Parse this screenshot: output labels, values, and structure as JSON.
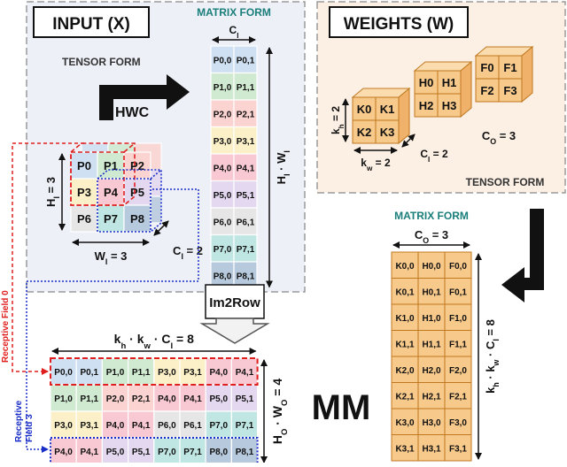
{
  "input_panel": {
    "title": "INPUT (X)",
    "tensor_form_label": "TENSOR FORM",
    "hwc_label": "HWC",
    "matrix_form_label": "MATRIX FORM",
    "ci_col_label": "C",
    "ci_col_sub": "I",
    "hi_wi_label": "H",
    "hi_wi_label_sub": "I",
    "hi_wi_dot": " · W",
    "hi_wi_dot_sub": "I",
    "h_label": "H",
    "h_sub": "I",
    "h_val": " = 3",
    "w_label": "W",
    "w_sub": "I",
    "w_val": " = 3",
    "c_label": "C",
    "c_sub": "I",
    "c_val": " = 2",
    "tensor_front_cells": [
      "P0",
      "P1",
      "P2",
      "P3",
      "P4",
      "P5",
      "P6",
      "P7",
      "P8"
    ],
    "matrix_rows": [
      [
        "P0,0",
        "P0,1"
      ],
      [
        "P1,0",
        "P1,1"
      ],
      [
        "P2,0",
        "P2,1"
      ],
      [
        "P3,0",
        "P3,1"
      ],
      [
        "P4,0",
        "P4,1"
      ],
      [
        "P5,0",
        "P5,1"
      ],
      [
        "P6,0",
        "P6,1"
      ],
      [
        "P7,0",
        "P7,1"
      ],
      [
        "P8,0",
        "P8,1"
      ]
    ],
    "row_colors": [
      "#cfe0f2",
      "#cfead0",
      "#fbd3d0",
      "#fbf0c8",
      "#f8c9d3",
      "#e4d8f0",
      "#e6e6e6",
      "#bfe6e3",
      "#b7c9dc"
    ]
  },
  "weights_panel": {
    "title": "WEIGHTS (W)",
    "tensor_form_label": "TENSOR FORM",
    "kernels": [
      {
        "name": "K",
        "cells": [
          "K0",
          "K1",
          "K2",
          "K3"
        ]
      },
      {
        "name": "H",
        "cells": [
          "H0",
          "H1",
          "H2",
          "H3"
        ]
      },
      {
        "name": "F",
        "cells": [
          "F0",
          "F1",
          "F2",
          "F3"
        ]
      }
    ],
    "kh_label": "k",
    "kh_sub": "h",
    "kh_val": " = 2",
    "kw_label": "k",
    "kw_sub": "w",
    "kw_val": " = 2",
    "ci_label": "C",
    "ci_sub": "I",
    "ci_val": " = 2",
    "co_label": "C",
    "co_sub": "O",
    "co_val": " = 3"
  },
  "weights_matrix": {
    "title": "MATRIX FORM",
    "co_label": "C",
    "co_sub": "O",
    "co_val": " = 3",
    "side_label": "k",
    "side_sub1": "h",
    "side_mid": " · k",
    "side_sub2": "w",
    "side_mid2": " · C",
    "side_sub3": "I",
    "side_val": " = 8",
    "rows": [
      [
        "K0,0",
        "H0,0",
        "F0,0"
      ],
      [
        "K0,1",
        "H0,1",
        "F0,1"
      ],
      [
        "K1,0",
        "H1,0",
        "F1,0"
      ],
      [
        "K1,1",
        "H1,1",
        "F1,1"
      ],
      [
        "K2,0",
        "H2,0",
        "F2,0"
      ],
      [
        "K2,1",
        "H2,1",
        "F2,1"
      ],
      [
        "K3,0",
        "H3,0",
        "F3,0"
      ],
      [
        "K3,1",
        "H3,1",
        "F3,1"
      ]
    ]
  },
  "im2row": {
    "button_label": "Im2Row",
    "top_label": "k",
    "top_sub1": "h",
    "top_mid": " · k",
    "top_sub2": "w",
    "top_mid2": " · C",
    "top_sub3": "I",
    "top_val": " = 8",
    "side_label": "H",
    "side_sub1": "O",
    "side_mid": " · W",
    "side_sub2": "O",
    "side_val": " = 4",
    "receptive_field_0": "Receptive Field 0",
    "receptive_field_3_line1": "Receptive",
    "receptive_field_3_line2": "Field 3",
    "rows": [
      [
        "P0,0",
        "P0,1",
        "P1,0",
        "P1,1",
        "P3,0",
        "P3,1",
        "P4,0",
        "P4,1"
      ],
      [
        "P1,0",
        "P1,1",
        "P2,0",
        "P2,1",
        "P4,0",
        "P4,1",
        "P5,0",
        "P5,1"
      ],
      [
        "P3,0",
        "P3,1",
        "P4,0",
        "P4,1",
        "P6,0",
        "P6,1",
        "P7,0",
        "P7,1"
      ],
      [
        "P4,0",
        "P4,1",
        "P5,0",
        "P5,1",
        "P7,0",
        "P7,1",
        "P8,0",
        "P8,1"
      ]
    ]
  },
  "mm_label": "MM",
  "colors": {
    "input_bg": "#eef0f8",
    "weights_bg": "#fcefe3",
    "teal": "#1a7e7a",
    "orange_cell": "#f7c98a",
    "orange_border": "#c07820",
    "red_dashed": "#e02020",
    "blue_dotted": "#1a2ec8"
  }
}
